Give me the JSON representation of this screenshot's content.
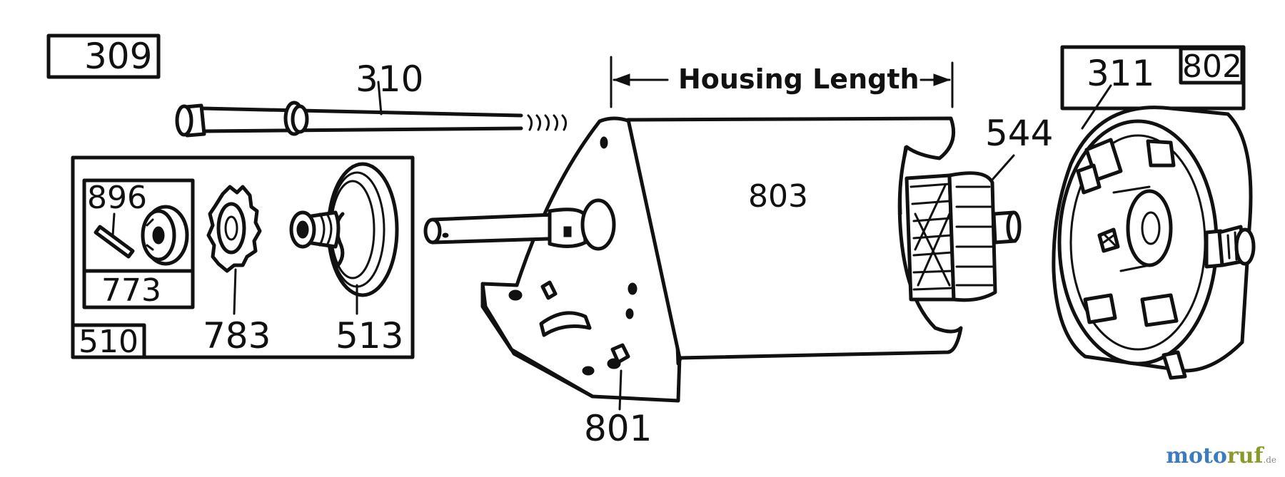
{
  "labels": {
    "l309": "309",
    "l310": "310",
    "l896": "896",
    "l773": "773",
    "l510": "510",
    "l783": "783",
    "l513": "513",
    "l801": "801",
    "l803": "803",
    "l544": "544",
    "l311": "311",
    "l802": "802"
  },
  "dimension": {
    "label": "Housing Length"
  },
  "watermark": {
    "text_m": "moto",
    "text_r": "ruf",
    "suffix": ".de"
  },
  "colors": {
    "ink": "#111111",
    "logo_blue": "#3d7bbf",
    "logo_green": "#8a9a2a"
  }
}
